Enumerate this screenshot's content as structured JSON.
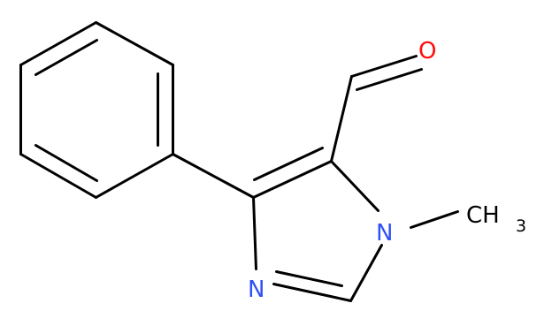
{
  "molecule": {
    "atoms": {
      "aldehyde_oxygen": {
        "symbol": "O",
        "color": "#ff0d0d"
      },
      "ring_n1": {
        "symbol": "N",
        "color": "#3050f8"
      },
      "ring_n3": {
        "symbol": "N",
        "color": "#3050f8"
      },
      "methyl": {
        "main": "CH",
        "subscript": "3",
        "color": "#000000"
      }
    },
    "bond_color": "#000000"
  }
}
